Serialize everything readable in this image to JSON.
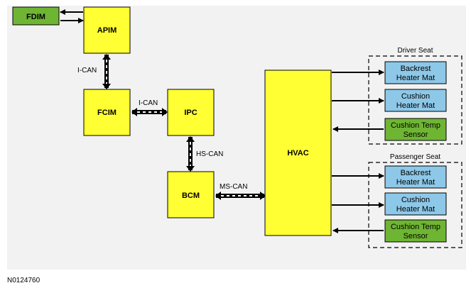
{
  "colors": {
    "yellow": "#ffff33",
    "green": "#6fb534",
    "blue": "#8ec8e8",
    "background": "#f2f2f2",
    "line": "#000000"
  },
  "modules": {
    "fdim": "FDIM",
    "apim": "APIM",
    "fcim": "FCIM",
    "ipc": "IPC",
    "bcm": "BCM",
    "hvac": "HVAC"
  },
  "connections": {
    "apim_fcim": "I-CAN",
    "fcim_ipc": "I-CAN",
    "ipc_bcm": "HS-CAN",
    "bcm_hvac": "MS-CAN"
  },
  "driver_seat": {
    "title": "Driver Seat",
    "backrest": [
      "Backrest",
      "Heater Mat"
    ],
    "cushion": [
      "Cushion",
      "Heater Mat"
    ],
    "sensor": [
      "Cushion Temp",
      "Sensor"
    ]
  },
  "passenger_seat": {
    "title": "Passenger Seat",
    "backrest": [
      "Backrest",
      "Heater Mat"
    ],
    "cushion": [
      "Cushion",
      "Heater Mat"
    ],
    "sensor": [
      "Cushion Temp",
      "Sensor"
    ]
  },
  "reference": "N0124760"
}
